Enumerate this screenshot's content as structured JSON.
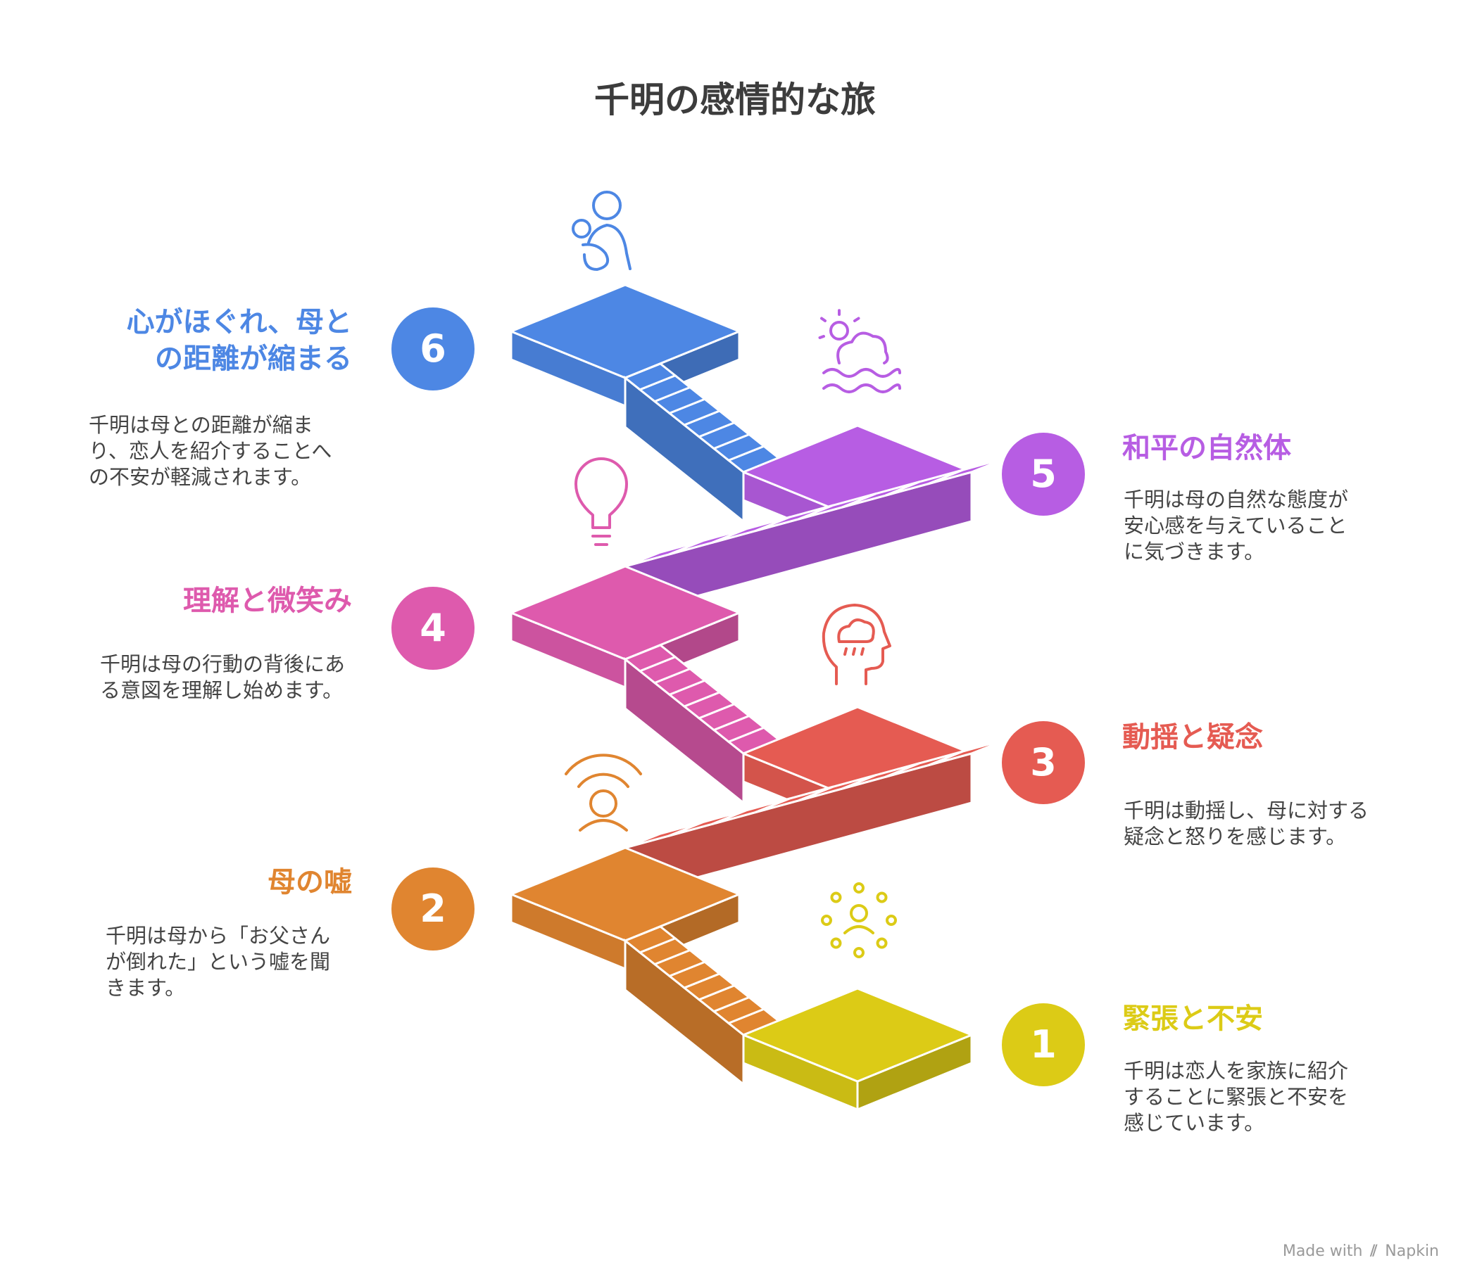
{
  "title": "千明の感情的な旅",
  "steps": [
    {
      "number": "1",
      "heading": "緊張と不安",
      "description": [
        "千明は恋人を家族に紹介",
        "することに緊張と不安を",
        "感じています。"
      ],
      "color": "#dccb16",
      "icon": "radiant-person-icon"
    },
    {
      "number": "2",
      "heading": "母の嘘",
      "description": [
        "千明は母から「お父さん",
        "が倒れた」という嘘を聞",
        "きます。"
      ],
      "color": "#e08530",
      "icon": "signal-person-icon"
    },
    {
      "number": "3",
      "heading": "動揺と疑念",
      "description": [
        "千明は動揺し、母に対する",
        "疑念と怒りを感じます。"
      ],
      "color": "#e55b52",
      "icon": "head-rain-cloud-icon"
    },
    {
      "number": "4",
      "heading": "理解と微笑み",
      "description": [
        "千明は母の行動の背後にあ",
        "る意図を理解し始めます。"
      ],
      "color": "#de5aad",
      "icon": "lightbulb-icon"
    },
    {
      "number": "5",
      "heading": "和平の自然体",
      "description": [
        "千明は母の自然な態度が",
        "安心感を与えていること",
        "に気づきます。"
      ],
      "color": "#b75de3",
      "icon": "sun-cloud-water-icon"
    },
    {
      "number": "6",
      "heading": [
        "心がほぐれ、母と",
        "の距離が縮まる"
      ],
      "description": [
        "千明は母との距離が縮ま",
        "り、恋人を紹介することへ",
        "の不安が軽減されます。"
      ],
      "color": "#4d87e4",
      "icon": "parent-carrying-child-icon"
    }
  ],
  "footer": {
    "prefix": "Made with",
    "brand": "Napkin"
  }
}
